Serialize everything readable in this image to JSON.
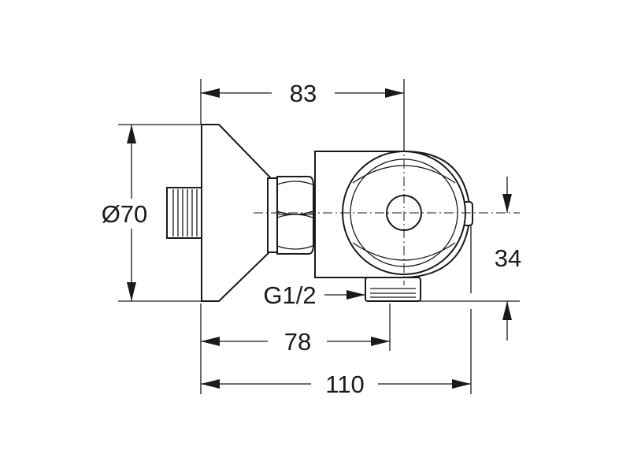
{
  "dimensions": {
    "width_83": "83",
    "diameter_70": "Ø70",
    "height_34": "34",
    "thread": "G1/2",
    "width_78": "78",
    "width_110": "110"
  }
}
